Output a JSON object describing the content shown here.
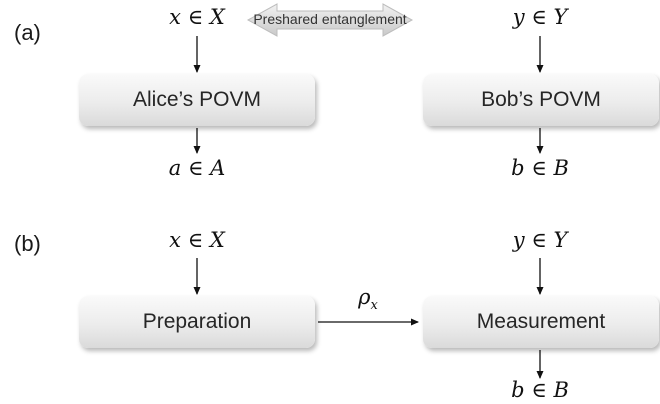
{
  "panel_a": {
    "label": "(a)",
    "alice_input": "x ∈ X",
    "bob_input": "y ∈ Y",
    "entanglement_label": "Preshared entanglement",
    "alice_box": "Alice’s POVM",
    "bob_box": "Bob’s POVM",
    "alice_output": "a ∈ A",
    "bob_output": "b ∈ B"
  },
  "panel_b": {
    "label": "(b)",
    "prep_input": "x ∈ X",
    "meas_input": "y ∈ Y",
    "prep_box": "Preparation",
    "state_symbol": "ρ",
    "state_subscript": "x",
    "meas_box": "Measurement",
    "meas_output": "b ∈ B"
  },
  "colors": {
    "arrow": "#111111",
    "box_top": "#fafafa",
    "box_bottom": "#dadada",
    "entanglement_arrow": "#d4d4d4"
  }
}
